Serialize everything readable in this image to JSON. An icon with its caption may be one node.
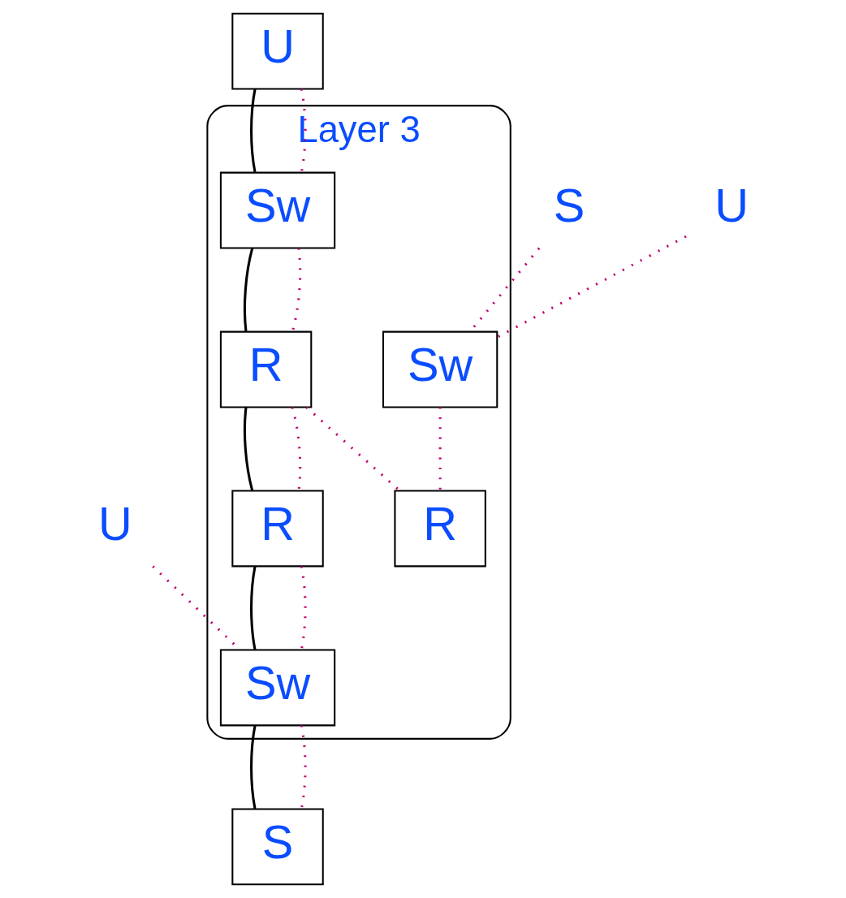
{
  "diagram": {
    "nodes": [
      {
        "text": [
          "Layer 3"
        ]
      },
      {
        "text": [
          "U"
        ]
      },
      {
        "text": [
          "S"
        ]
      },
      {
        "text": [
          "U"
        ]
      },
      {
        "text": [
          "Sw"
        ],
        "in": 0
      },
      {
        "text": [
          "R"
        ],
        "in": 0
      },
      {
        "text": [
          "Sw"
        ],
        "in": 0
      },
      {
        "text": [
          "R"
        ],
        "in": 0
      },
      {
        "text": [
          "R"
        ],
        "in": 0
      },
      {
        "text": [
          "Sw"
        ],
        "in": 0
      },
      {
        "text": [
          "U"
        ]
      },
      {
        "text": [
          "S"
        ]
      }
    ],
    "edges": [
      {
        "from": 1,
        "to": 4,
        "arrow": "none",
        "color": "#000000"
      },
      {
        "from": 4,
        "to": 5,
        "arrow": "none",
        "color": "#000000"
      },
      {
        "from": 5,
        "to": 8,
        "arrow": "none",
        "color": "#000000"
      },
      {
        "from": 8,
        "to": 9,
        "arrow": "none",
        "color": "#000000"
      },
      {
        "from": 9,
        "to": 11,
        "arrow": "none",
        "color": "#000000"
      },
      {
        "from": 1,
        "to": 4,
        "arrow": "none",
        "style": "dashed"
      },
      {
        "from": 4,
        "to": 5,
        "arrow": "none",
        "style": "dashed"
      },
      {
        "from": 5,
        "to": 8,
        "arrow": "none",
        "style": "dashed"
      },
      {
        "from": 8,
        "to": 9,
        "arrow": "none",
        "style": "dashed"
      },
      {
        "from": 9,
        "to": 11,
        "arrow": "none",
        "style": "dashed"
      },
      {
        "from": 5,
        "to": 7,
        "arrow": "none",
        "style": "dashed"
      },
      {
        "from": 2,
        "to": 6,
        "arrow": "none",
        "style": "dashed"
      },
      {
        "from": 3,
        "to": 6,
        "arrow": "none",
        "style": "dashed"
      },
      {
        "from": 6,
        "to": 7,
        "arrow": "none",
        "style": "dashed"
      },
      {
        "from": 10,
        "to": 9,
        "arrow": "none",
        "style": "dashed"
      }
    ]
  }
}
